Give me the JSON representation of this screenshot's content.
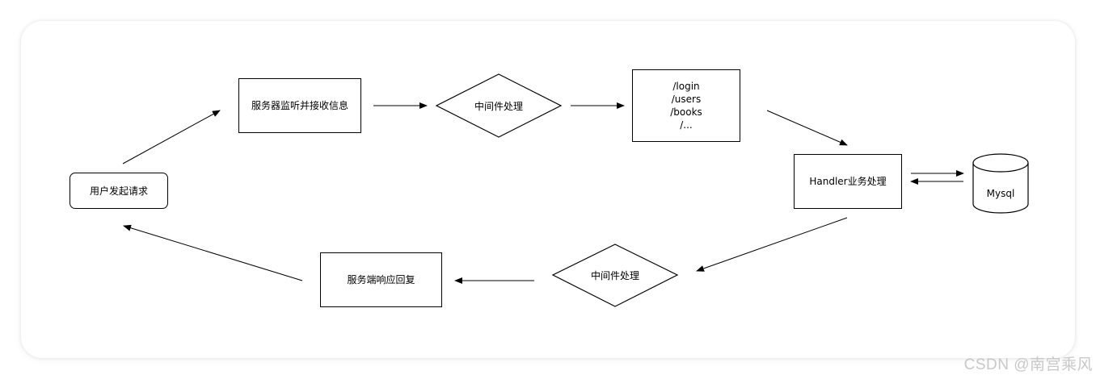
{
  "diagram": {
    "user_request": "用户发起请求",
    "server_listen": "服务器监听并接收信息",
    "middleware_in": "中间件处理",
    "routes": [
      "/login",
      "/users",
      "/books",
      "/..."
    ],
    "handler": "Handler业务处理",
    "database": "Mysql",
    "middleware_out": "中间件处理",
    "server_reply": "服务端响应回复"
  },
  "watermark": "CSDN @南宫乘风"
}
